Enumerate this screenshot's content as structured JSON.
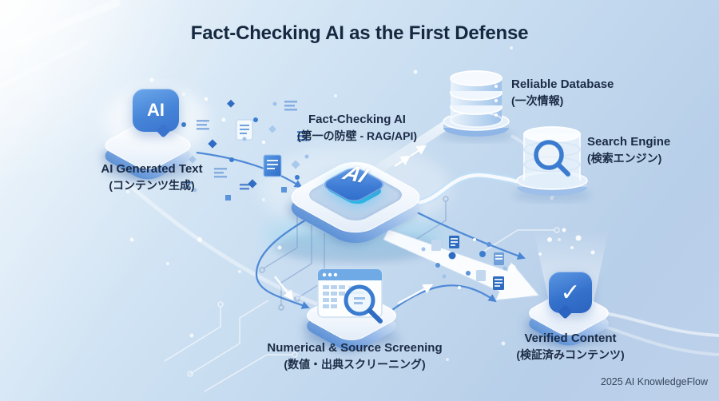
{
  "title": "Fact-Checking AI as the First Defense",
  "footer": "2025 AI KnowledgeFlow",
  "colors": {
    "accent_blue": "#3b7cd0",
    "chip_blue": "#3f7cd6",
    "title_navy": "#15283f",
    "background_light": "#e0edf8",
    "background_deep": "#b8cfe9"
  },
  "nodes": {
    "ai_text": {
      "icon": "ai-chat-bubble",
      "badge": "AI",
      "label_en": "AI Generated Text",
      "label_jp": "(コンテンツ生成)"
    },
    "fact_check": {
      "icon": "ai-chip",
      "badge": "AI",
      "label_en": "Fact-Checking AI",
      "label_jp": "(第一の防壁 - RAG/API)"
    },
    "database": {
      "icon": "database-cylinders",
      "label_en": "Reliable Database",
      "label_jp": "(一次情報)"
    },
    "search": {
      "icon": "magnifier-cylinder",
      "label_en": "Search Engine",
      "label_jp": "(検索エンジン)"
    },
    "screening": {
      "icon": "browser-magnifier",
      "label_en": "Numerical & Source Screening",
      "label_jp": "(数値・出典スクリーニング)"
    },
    "verified": {
      "icon": "check-bubble",
      "check_glyph": "✓",
      "label_en": "Verified Content",
      "label_jp": "(検証済みコンテンツ)"
    }
  }
}
